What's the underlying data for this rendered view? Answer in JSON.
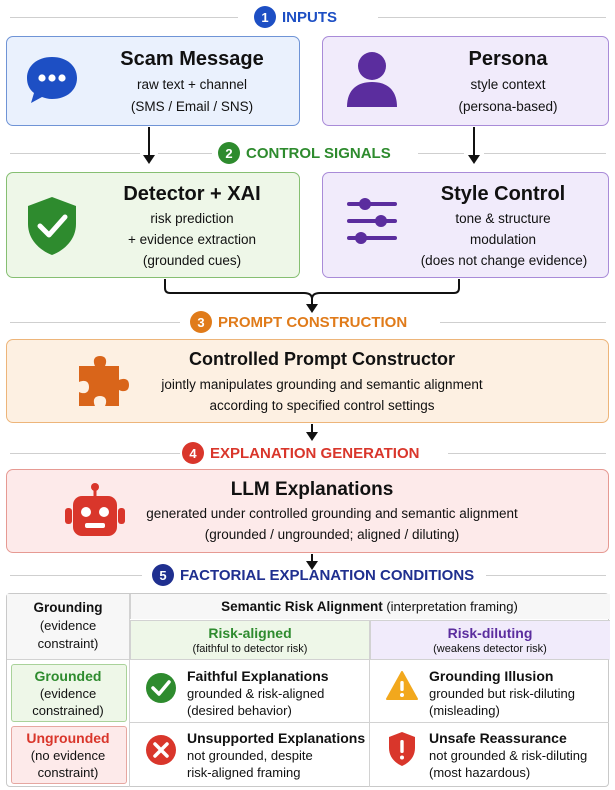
{
  "sections": {
    "s1": {
      "num": "1",
      "title": "INPUTS"
    },
    "s2": {
      "num": "2",
      "title": "CONTROL SIGNALS"
    },
    "s3": {
      "num": "3",
      "title": "PROMPT CONSTRUCTION"
    },
    "s4": {
      "num": "4",
      "title": "EXPLANATION GENERATION"
    },
    "s5": {
      "num": "5",
      "title": "FACTORIAL EXPLANATION CONDITIONS"
    }
  },
  "colors": {
    "blue": "#1d4fc4",
    "green": "#2e8b2e",
    "orange": "#e07b1a",
    "red": "#d9362b",
    "purple": "#5b2d9e",
    "navy": "#1f2f8f"
  },
  "icons": {
    "scam": "chat-bubble-icon",
    "persona": "person-icon",
    "detector": "shield-check-icon",
    "style": "sliders-icon",
    "prompt": "puzzle-icon",
    "llm": "robot-icon",
    "faithful": "check-circle-icon",
    "illusion": "warning-icon",
    "unsafe": "shield-alert-icon",
    "unsupported": "x-circle-icon"
  },
  "scam": {
    "title": "Scam Message",
    "l1": "raw text + channel",
    "l2": "(SMS / Email / SNS)"
  },
  "persona": {
    "title": "Persona",
    "l1": "style context",
    "l2": "(persona-based)"
  },
  "detector": {
    "title": "Detector + XAI",
    "l1": "risk prediction",
    "l2": "+ evidence extraction",
    "l3": "(grounded cues)"
  },
  "style": {
    "title": "Style Control",
    "l1": "tone & structure",
    "l2": "modulation",
    "l3": "(does not change evidence)"
  },
  "prompt": {
    "title": "Controlled Prompt Constructor",
    "l1": "jointly manipulates grounding and semantic alignment",
    "l2": "according to specified control settings"
  },
  "llm": {
    "title": "LLM Explanations",
    "l1": "generated under controlled grounding and semantic alignment",
    "l2": "(grounded / ungrounded; aligned / diluting)"
  },
  "table": {
    "grounding_h1": "Grounding",
    "grounding_h2": "(evidence",
    "grounding_h3": "constraint)",
    "sra_bold": "Semantic Risk Alignment",
    "sra_rest": " (interpretation framing)",
    "aligned": "Risk-aligned",
    "aligned_sub": "(faithful to detector risk)",
    "diluting": "Risk-diluting",
    "diluting_sub": "(weakens detector risk)",
    "grounded": "Grounded",
    "grounded_l2": "(evidence",
    "grounded_l3": "constrained)",
    "ungrounded": "Ungrounded",
    "ungrounded_l2": "(no evidence",
    "ungrounded_l3": "constraint)",
    "c11_t": "Faithful Explanations",
    "c11_l1": "grounded & risk-aligned",
    "c11_l2": "(desired behavior)",
    "c12_t": "Grounding Illusion",
    "c12_l1": "grounded but risk-diluting",
    "c12_l2": "(misleading)",
    "c21_t": "Unsupported Explanations",
    "c21_l1": "not grounded, despite",
    "c21_l2": "risk-aligned framing",
    "c22_t": "Unsafe Reassurance",
    "c22_l1": "not grounded & risk-diluting",
    "c22_l2": "(most hazardous)"
  }
}
